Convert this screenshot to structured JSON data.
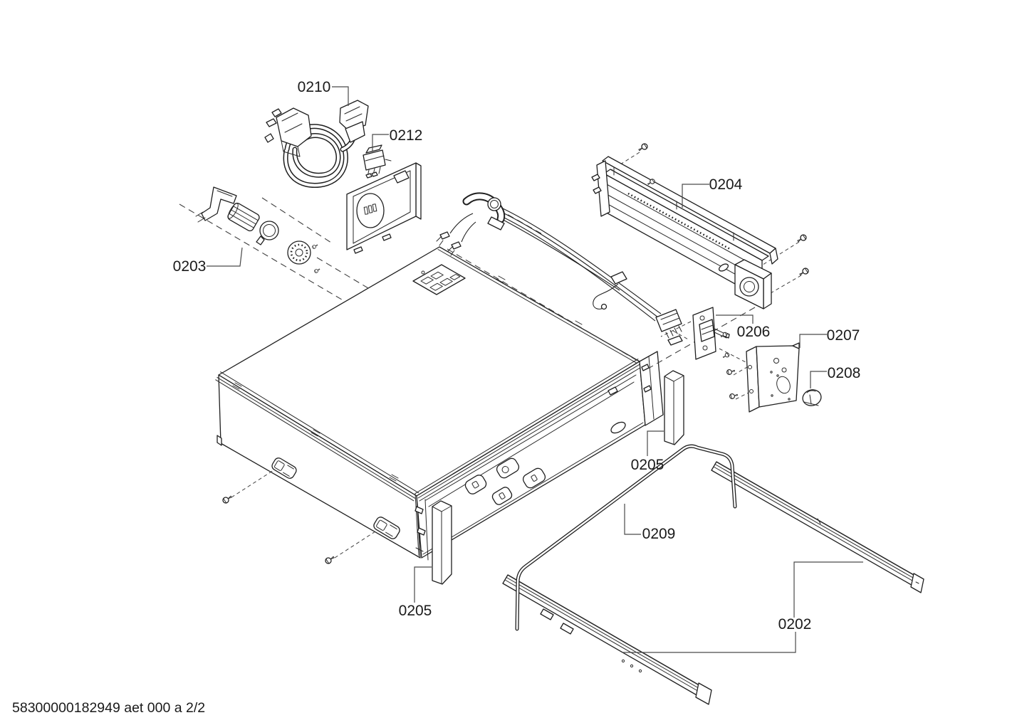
{
  "document": {
    "kind": "exploded-view-parts-diagram",
    "footer_text": "58300000182949 aet 000 a 2/2",
    "background_color": "#ffffff",
    "ink_color": "#1f1f1f",
    "dash_color": "#3f3f3f",
    "leader_color": "#4a4a4a"
  },
  "diagram": {
    "labels": [
      "0210",
      "0212",
      "0203",
      "0204",
      "0206",
      "0207",
      "0208",
      "0205",
      "0205",
      "0209",
      "0202"
    ]
  }
}
